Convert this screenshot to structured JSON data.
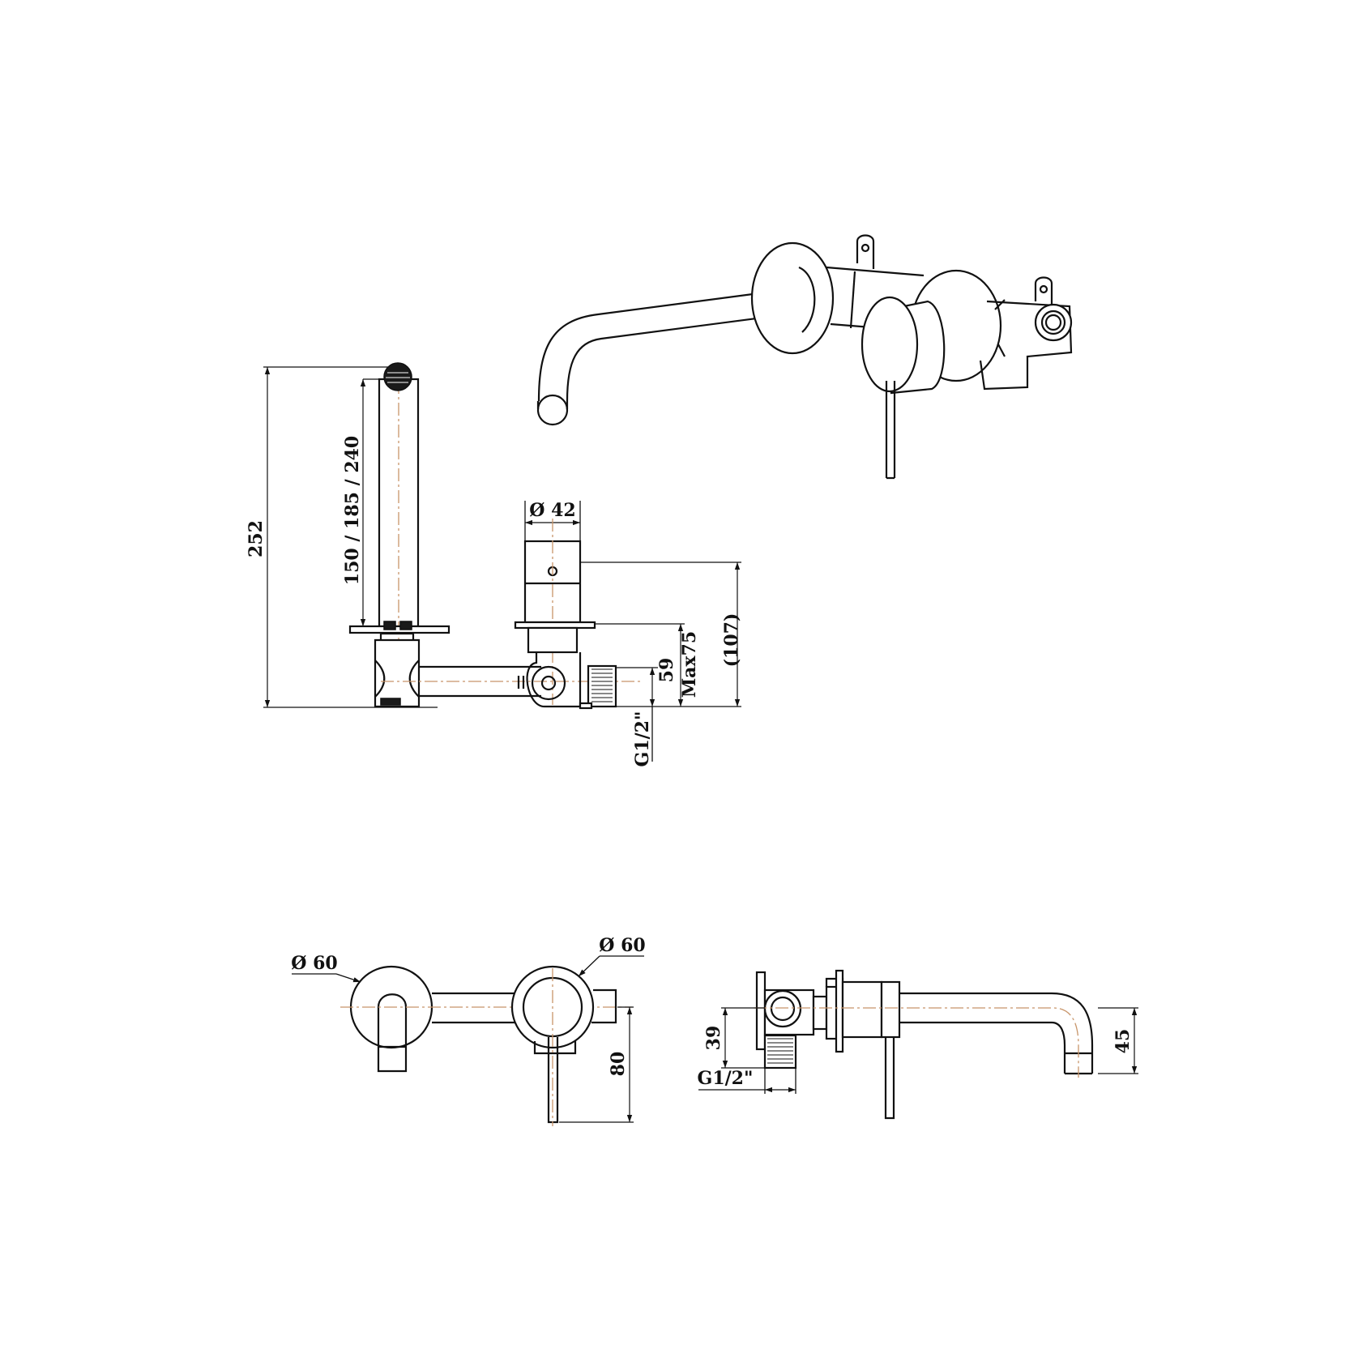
{
  "dimensions": {
    "overall_height": "252",
    "spout_lengths": "150 / 185 / 240",
    "handle_diameter": "Ø 42",
    "mixer_offset": "(107)",
    "max_depth": "Max75",
    "min_depth": "59",
    "inlet_thread_front": "G1/2\"",
    "left_plate_diameter": "Ø 60",
    "right_plate_diameter": "Ø 60",
    "lever_drop": "80",
    "inlet_offset": "39",
    "inlet_thread_side": "G1/2\"",
    "spout_drop": "45"
  },
  "colors": {
    "line": "#111111",
    "centerline": "#c8956a",
    "background": "#ffffff"
  }
}
